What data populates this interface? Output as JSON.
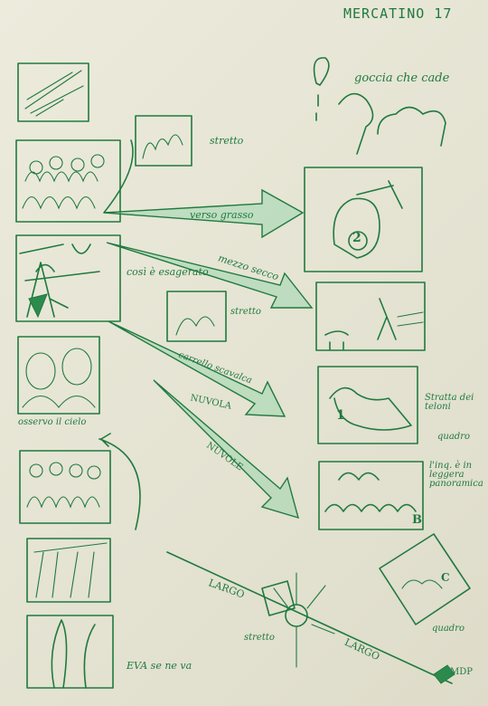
{
  "title": "MERCATINO 17",
  "notes": {
    "goccia": "goccia che cade",
    "stretto_top": "stretto",
    "verso_grosso": "verso grasso",
    "mezzo_secco": "mezzo secco",
    "cosi_esagerato": "così è esagerato",
    "stretto_mid": "stretto",
    "carrello": "carrello scavalca",
    "nuvola": "NUVOLA",
    "stratta": "Stratta dei teloni",
    "quadro_right": "quadro",
    "l_inq": "l'inq. è in leggera panoramica",
    "nuvole": "NUVOLE",
    "osservo": "osservo il cielo",
    "largo_left": "LARGO",
    "largo_right": "LARGO",
    "stretto_bottom": "stretto",
    "quadro_bottom": "quadro",
    "eva": "EVA se ne va",
    "mdp": "MDP"
  },
  "frame_numbers": {
    "n2": "2",
    "n1": "1",
    "nB": "B",
    "nC": "C"
  },
  "colors": {
    "ink": "#1f7a3f",
    "paper": "#e9e6d6"
  }
}
